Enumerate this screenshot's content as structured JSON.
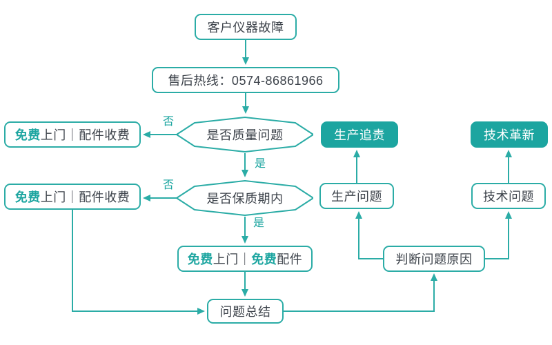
{
  "colors": {
    "accent": "#1CA5A0",
    "line": "#2BACA6",
    "text_dark": "#3D434B",
    "node_bg": "#FFFFFF"
  },
  "nodes": {
    "customer_fault": {
      "label": "客户仪器故障"
    },
    "hotline": {
      "label": "售后热线：0574-86861966"
    },
    "quality_decision": {
      "label": "是否质量问题"
    },
    "warranty_decision": {
      "label": "是否保质期内"
    },
    "free_visit_paid_parts_top": {
      "free": "免费",
      "rest": "上门｜配件收费"
    },
    "free_visit_paid_parts_bottom": {
      "free": "免费",
      "rest": "上门｜配件收费"
    },
    "free_visit_free_parts": {
      "free1": "免费",
      "mid": "上门｜",
      "free2": "免费",
      "rest": "配件"
    },
    "problem_summary": {
      "label": "问题总结"
    },
    "cause_judgment": {
      "label": "判断问题原因"
    },
    "production_issue": {
      "label": "生产问题"
    },
    "technical_issue": {
      "label": "技术问题"
    },
    "production_accountability": {
      "label": "生产追责"
    },
    "technical_innovation": {
      "label": "技术革新"
    }
  },
  "edge_labels": {
    "no_quality": "否",
    "no_warranty": "否",
    "yes_quality": "是",
    "yes_warranty": "是"
  }
}
